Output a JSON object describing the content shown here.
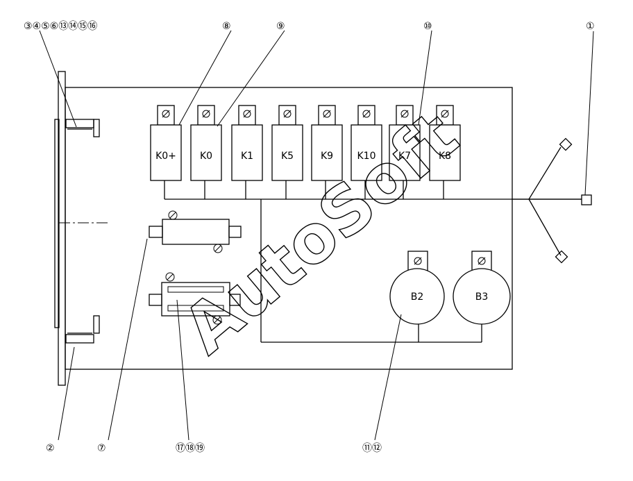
{
  "callouts": [
    {
      "id": "c1",
      "text": "③④⑤⑥⑬⑭⑮⑯"
    },
    {
      "id": "c2",
      "text": "⑧"
    },
    {
      "id": "c3",
      "text": "⑨"
    },
    {
      "id": "c4",
      "text": "⑩"
    },
    {
      "id": "c5",
      "text": "①"
    },
    {
      "id": "c6",
      "text": "②"
    },
    {
      "id": "c7",
      "text": "⑦"
    },
    {
      "id": "c8",
      "text": "⑰⑱⑲"
    },
    {
      "id": "c9",
      "text": "⑪⑫"
    }
  ],
  "relays": [
    "K0+",
    "K0",
    "K1",
    "K5",
    "K9",
    "K10",
    "K7",
    "K8"
  ],
  "buzzers": [
    "B2",
    "B3"
  ],
  "watermark": "AutoSoft"
}
